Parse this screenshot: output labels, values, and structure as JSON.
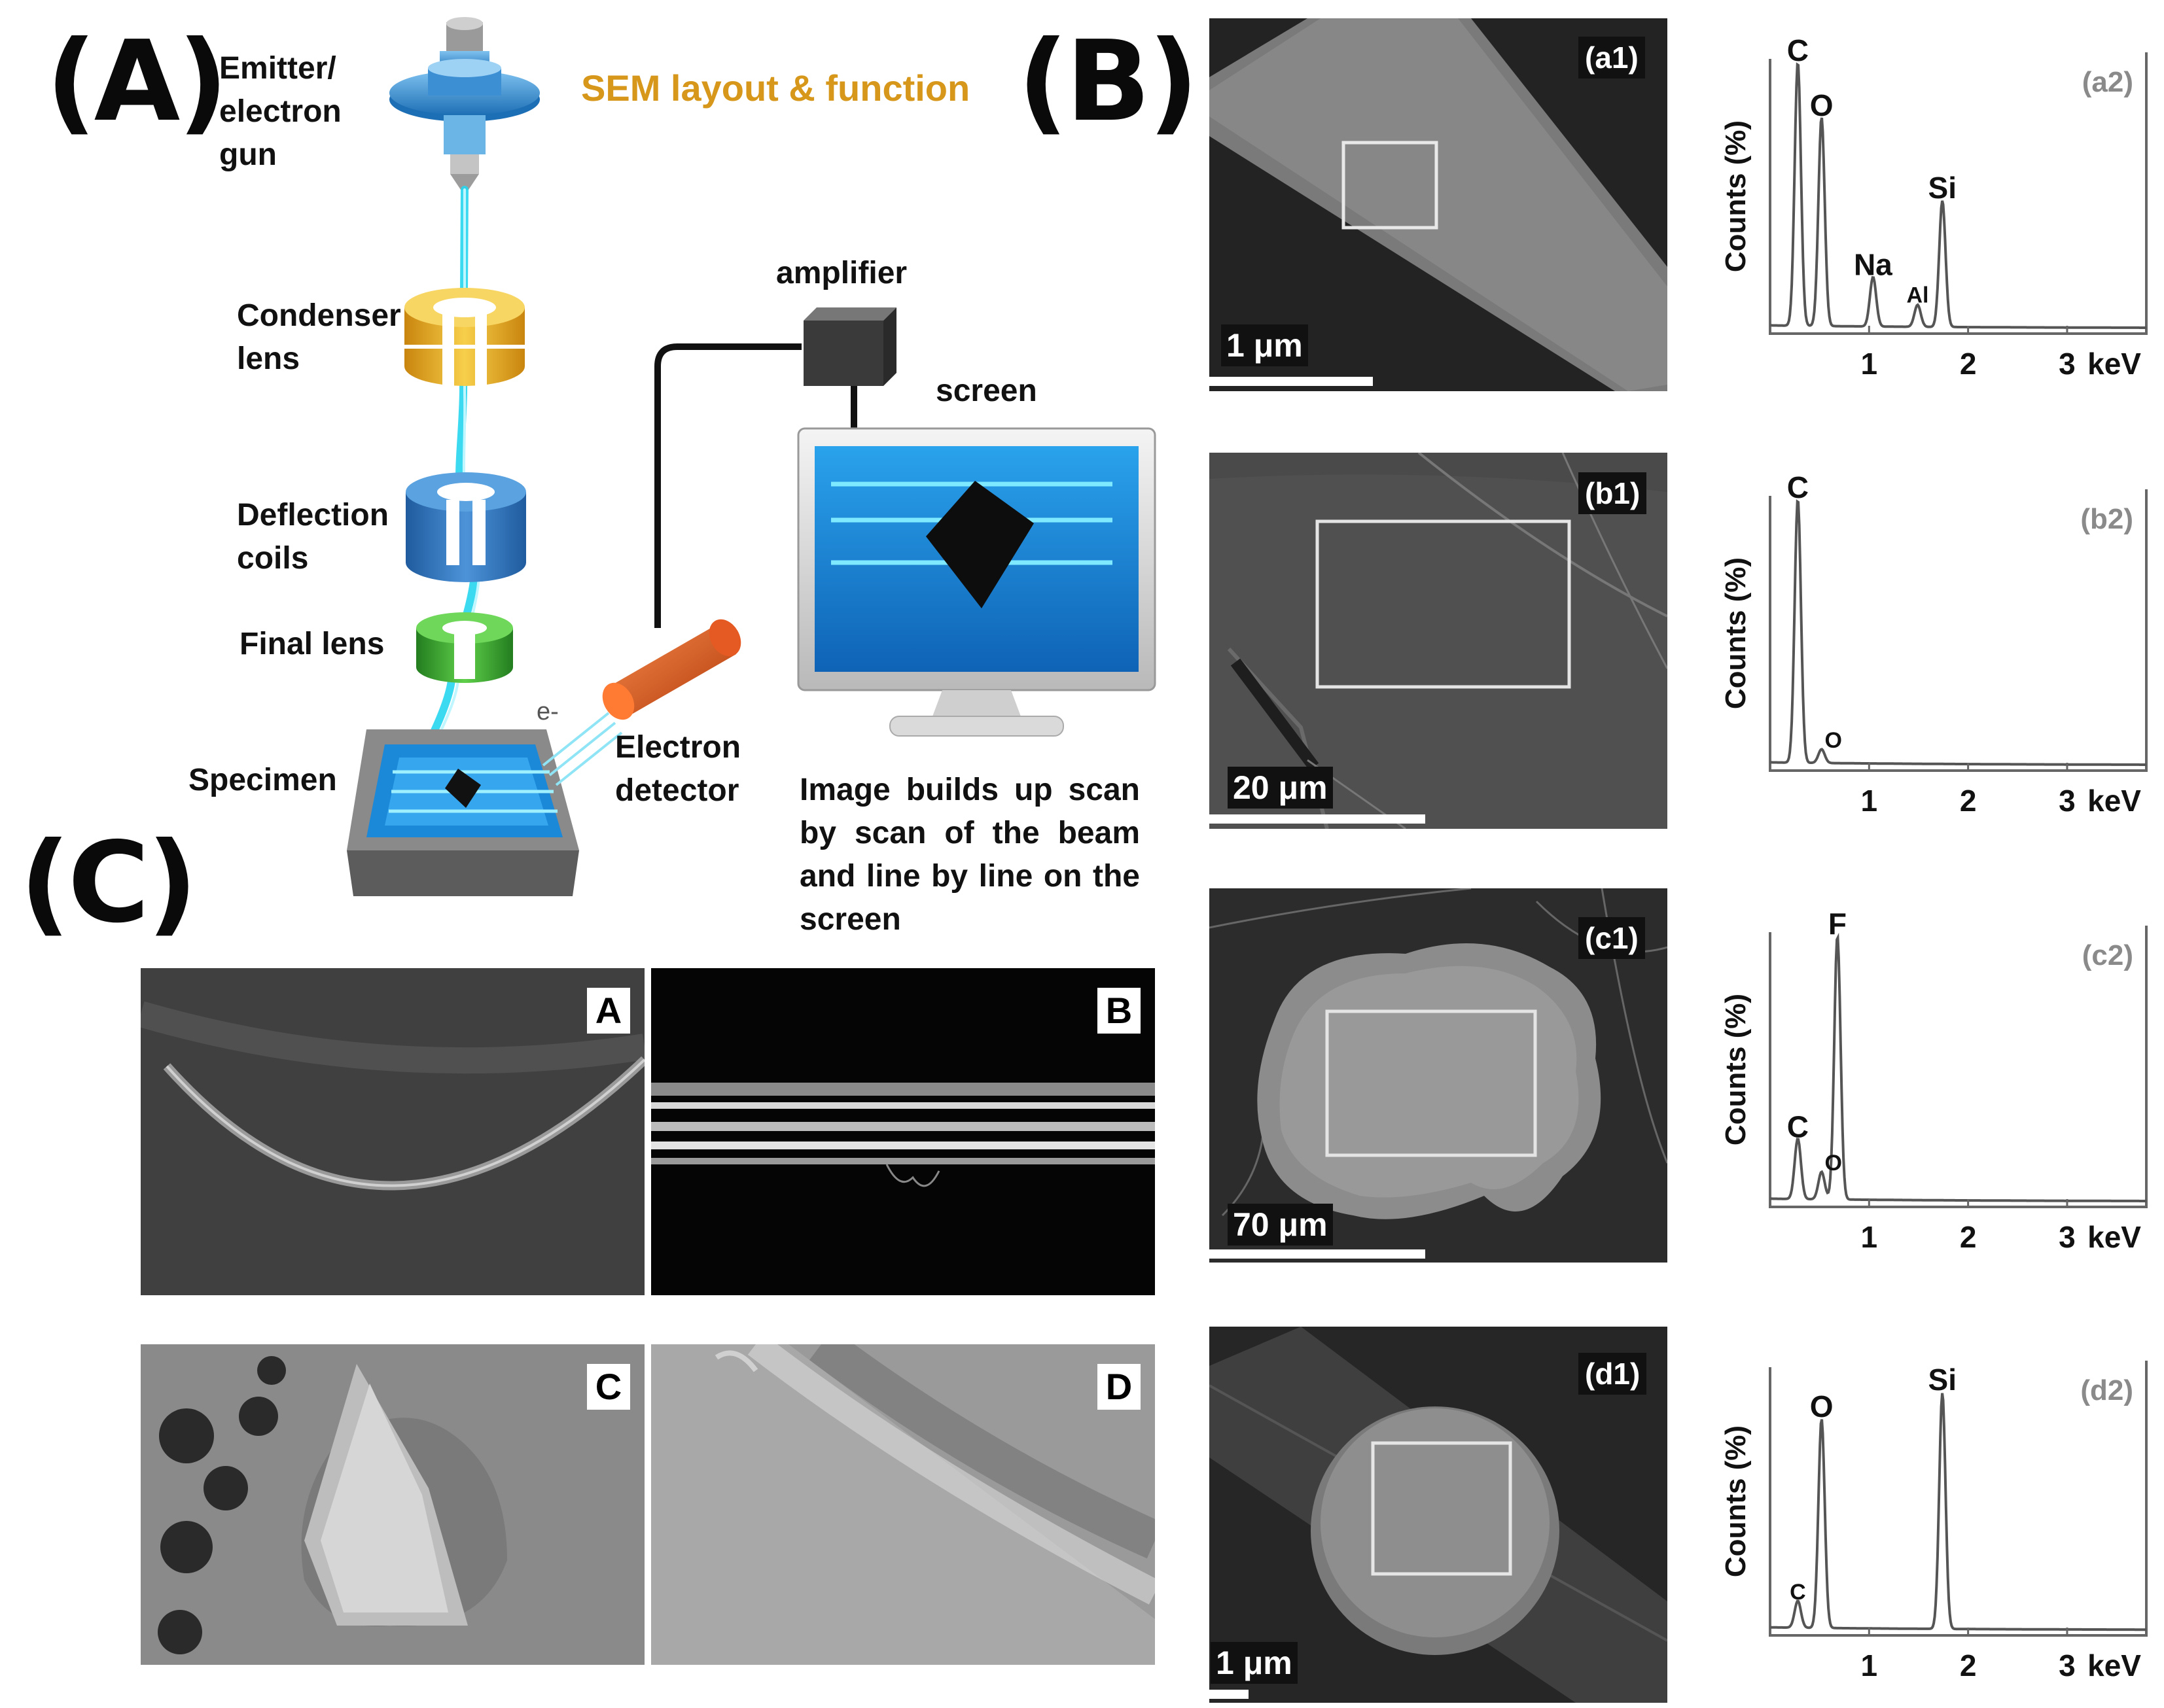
{
  "panel_letters": {
    "a": "(A)",
    "b": "(B)",
    "c": "(C)"
  },
  "sem_layout": {
    "title": "SEM layout & function",
    "labels": {
      "emitter": "Emitter/\nelectron\ngun",
      "condenser": "Condenser\nlens",
      "deflection": "Deflection\ncoils",
      "final": "Final lens",
      "specimen": "Specimen",
      "electron_symbol": "e-",
      "detector": "Electron\ndetector",
      "amplifier": "amplifier",
      "screen": "screen"
    },
    "caption_lines": [
      "Image builds up scan",
      "by scan of the beam",
      "and line by line on the",
      "screen"
    ],
    "colors": {
      "beam": "#27d6f0",
      "gun": "#2f8fd6",
      "condenser": "#e3a820",
      "deflection": "#2f6fb8",
      "final_lens": "#3aa832",
      "detector": "#e0551c",
      "screen": "#1b88d8"
    }
  },
  "sem_panels": [
    {
      "tag": "(a1)",
      "scale": "1 μm"
    },
    {
      "tag": "(b1)",
      "scale": "20 μm"
    },
    {
      "tag": "(c1)",
      "scale": "70 μm"
    },
    {
      "tag": "(d1)",
      "scale": "1 μm"
    }
  ],
  "c_images": [
    "A",
    "B",
    "C",
    "D"
  ],
  "chart_data": [
    {
      "type": "line",
      "tag": "(a2)",
      "ylabel": "Counts (%)",
      "xlabel": "keV",
      "x_ticks": [
        "1",
        "2",
        "3"
      ],
      "xlim": [
        0,
        3.8
      ],
      "peaks": [
        {
          "label": "C",
          "x": 0.28,
          "h": 0.96
        },
        {
          "label": "O",
          "x": 0.52,
          "h": 0.76
        },
        {
          "label": "Na",
          "x": 1.04,
          "h": 0.18
        },
        {
          "label": "Al",
          "x": 1.49,
          "h": 0.08
        },
        {
          "label": "Si",
          "x": 1.74,
          "h": 0.46
        }
      ]
    },
    {
      "type": "line",
      "tag": "(b2)",
      "ylabel": "Counts (%)",
      "xlabel": "keV",
      "x_ticks": [
        "1",
        "2",
        "3"
      ],
      "xlim": [
        0,
        3.8
      ],
      "peaks": [
        {
          "label": "C",
          "x": 0.28,
          "h": 0.96
        },
        {
          "label": "O",
          "x": 0.52,
          "h": 0.05
        }
      ]
    },
    {
      "type": "line",
      "tag": "(c2)",
      "ylabel": "Counts (%)",
      "xlabel": "keV",
      "x_ticks": [
        "1",
        "2",
        "3"
      ],
      "xlim": [
        0,
        3.8
      ],
      "peaks": [
        {
          "label": "C",
          "x": 0.28,
          "h": 0.22
        },
        {
          "label": "O",
          "x": 0.52,
          "h": 0.1
        },
        {
          "label": "F",
          "x": 0.68,
          "h": 0.96
        }
      ]
    },
    {
      "type": "line",
      "tag": "(d2)",
      "ylabel": "Counts (%)",
      "xlabel": "keV",
      "x_ticks": [
        "1",
        "2",
        "3"
      ],
      "xlim": [
        0,
        3.8
      ],
      "peaks": [
        {
          "label": "C",
          "x": 0.28,
          "h": 0.1
        },
        {
          "label": "O",
          "x": 0.52,
          "h": 0.78
        },
        {
          "label": "Si",
          "x": 1.74,
          "h": 0.88
        }
      ]
    }
  ]
}
